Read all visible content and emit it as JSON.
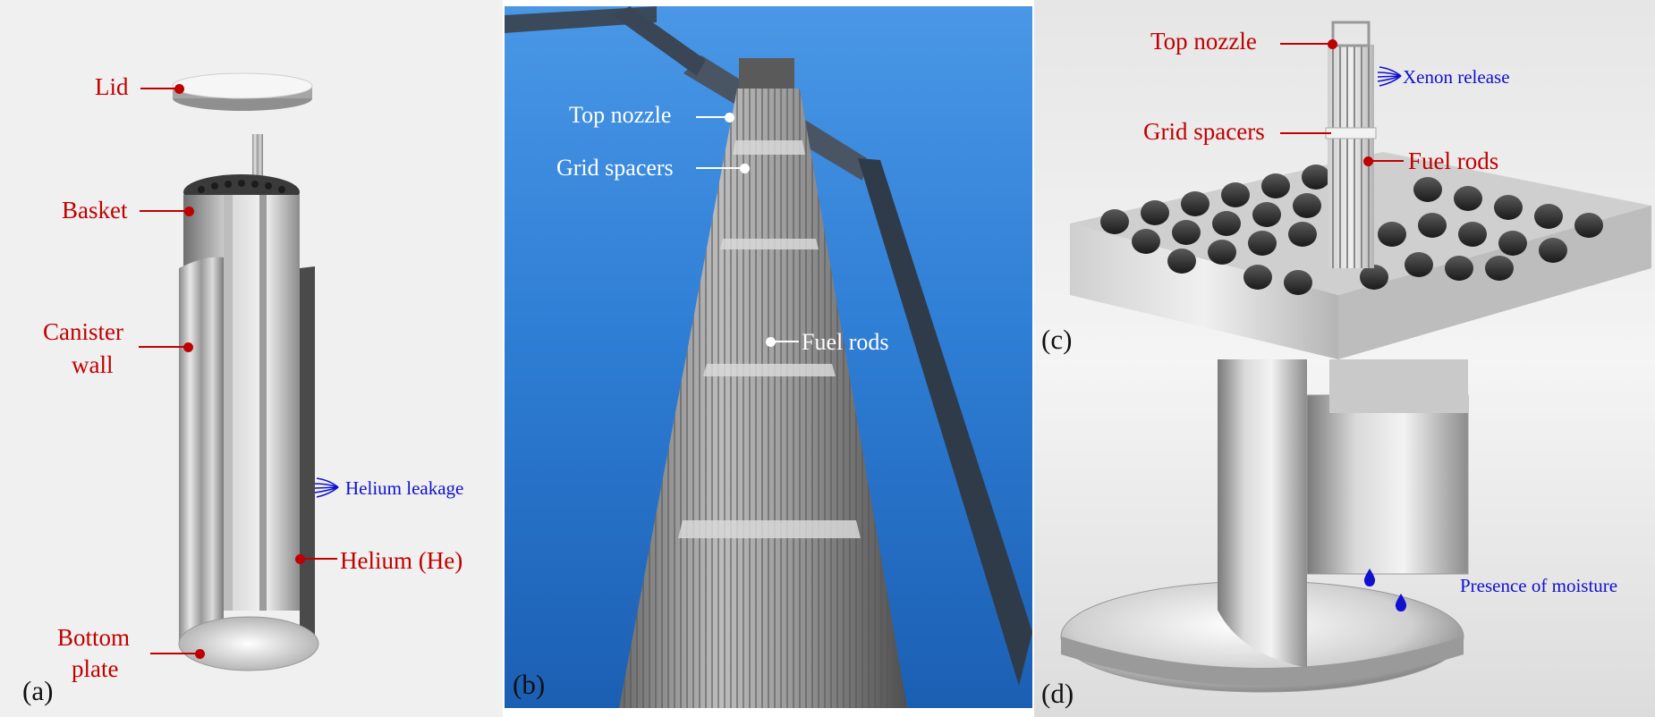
{
  "panels": {
    "a": {
      "tag": "(a)",
      "labels": {
        "lid": "Lid",
        "basket": "Basket",
        "canister_wall_1": "Canister",
        "canister_wall_2": "wall",
        "helium_leakage": "Helium leakage",
        "helium": "Helium (He)",
        "bottom_plate_1": "Bottom",
        "bottom_plate_2": "plate"
      }
    },
    "b": {
      "tag": "(b)",
      "labels": {
        "top_nozzle": "Top nozzle",
        "grid_spacers": "Grid spacers",
        "fuel_rods": "Fuel rods"
      }
    },
    "c": {
      "tag": "(c)",
      "labels": {
        "top_nozzle": "Top nozzle",
        "xenon_release": "Xenon release",
        "grid_spacers": "Grid spacers",
        "fuel_rods": "Fuel rods"
      }
    },
    "d": {
      "tag": "(d)",
      "labels": {
        "presence_of_moisture": "Presence of moisture"
      }
    }
  },
  "colors": {
    "label_red": "#c00000",
    "label_blue": "#1010d0",
    "sky_blue": "#2f7fd6"
  },
  "icons": [
    "gas-release-icon",
    "water-droplet-icon"
  ]
}
